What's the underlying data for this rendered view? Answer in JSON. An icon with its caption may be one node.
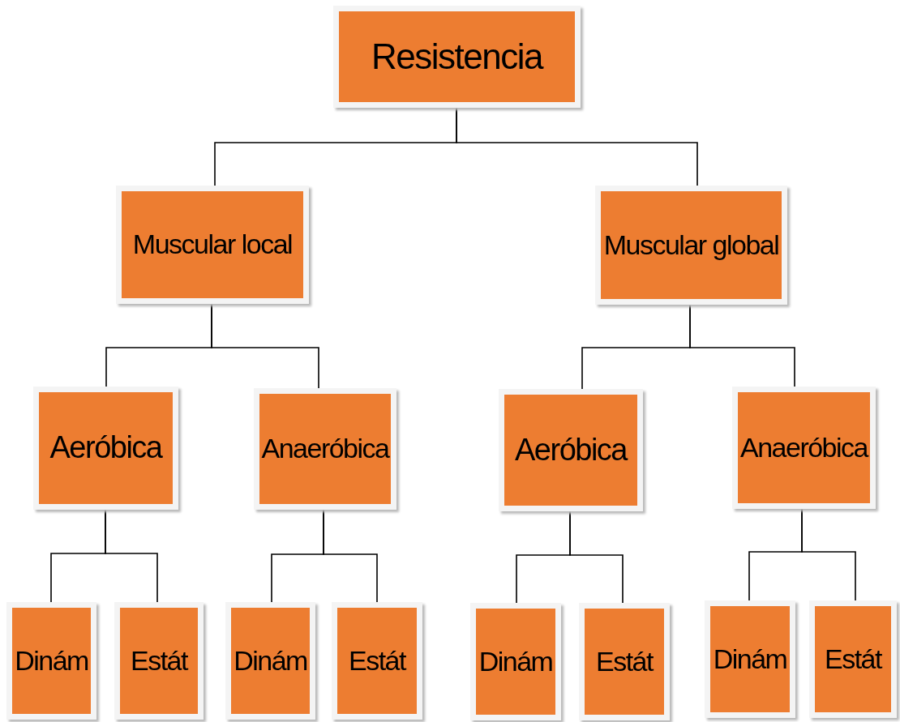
{
  "diagram": {
    "nodes": [
      {
        "text": [
          "Resistencia"
        ]
      },
      {
        "text": [
          "Muscular local"
        ]
      },
      {
        "text": [
          "Muscular global"
        ]
      },
      {
        "text": [
          "Aeróbica"
        ]
      },
      {
        "text": [
          "Anaeróbica"
        ]
      },
      {
        "text": [
          "Aeróbica"
        ]
      },
      {
        "text": [
          "Anaeróbica"
        ]
      },
      {
        "text": [
          "Dinám"
        ]
      },
      {
        "text": [
          "Estát"
        ]
      },
      {
        "text": [
          "Dinám"
        ]
      },
      {
        "text": [
          "Estát"
        ]
      },
      {
        "text": [
          "Dinám"
        ]
      },
      {
        "text": [
          "Estát"
        ]
      },
      {
        "text": [
          "Dinám"
        ]
      },
      {
        "text": [
          "Estát"
        ]
      }
    ],
    "edges": [
      {
        "from": 0,
        "to": 1,
        "arrow": "none"
      },
      {
        "from": 0,
        "to": 2,
        "arrow": "none"
      },
      {
        "from": 1,
        "to": 3,
        "arrow": "none"
      },
      {
        "from": 1,
        "to": 4,
        "arrow": "none"
      },
      {
        "from": 2,
        "to": 5,
        "arrow": "none"
      },
      {
        "from": 2,
        "to": 6,
        "arrow": "none"
      },
      {
        "from": 3,
        "to": 7,
        "arrow": "none"
      },
      {
        "from": 3,
        "to": 8,
        "arrow": "none"
      },
      {
        "from": 4,
        "to": 9,
        "arrow": "none"
      },
      {
        "from": 4,
        "to": 10,
        "arrow": "none"
      },
      {
        "from": 5,
        "to": 11,
        "arrow": "none"
      },
      {
        "from": 5,
        "to": 12,
        "arrow": "none"
      },
      {
        "from": 6,
        "to": 13,
        "arrow": "none"
      },
      {
        "from": 6,
        "to": 14,
        "arrow": "none"
      }
    ]
  }
}
